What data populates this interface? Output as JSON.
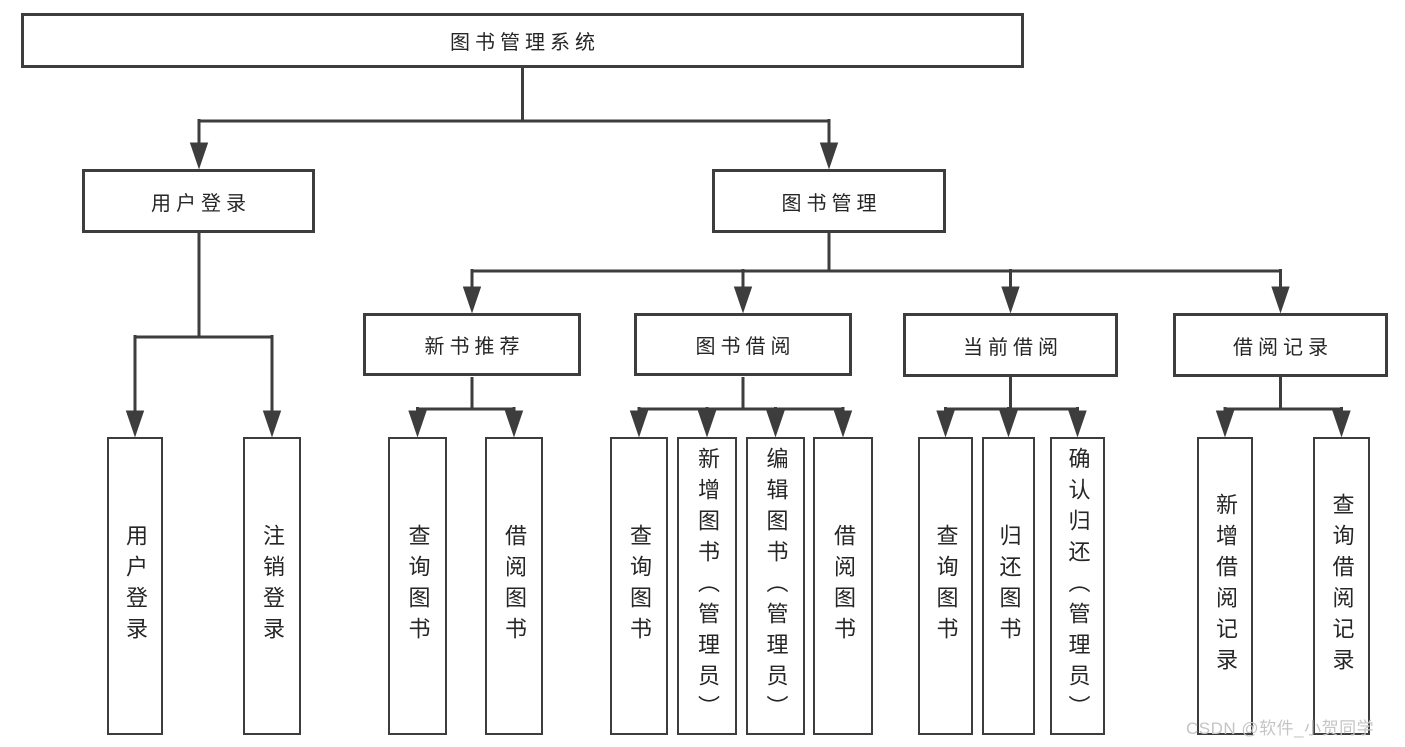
{
  "nodes": {
    "root": "图书管理系统",
    "user_login": "用户登录",
    "book_mgmt": "图书管理",
    "new_books": "新书推荐",
    "book_borrow": "图书借阅",
    "current_borrow": "当前借阅",
    "borrow_records": "借阅记录",
    "leaf_user_login": "用户登录",
    "leaf_logout": "注销登录",
    "leaf_nb_query": "查询图书",
    "leaf_nb_borrow": "借阅图书",
    "leaf_bb_query": "查询图书",
    "leaf_bb_add": "新增图书（管理员）",
    "leaf_bb_edit": "编辑图书（管理员）",
    "leaf_bb_borrow": "借阅图书",
    "leaf_cb_query": "查询图书",
    "leaf_cb_return": "归还图书",
    "leaf_cb_confirm": "确认归还（管理员）",
    "leaf_br_add": "新增借阅记录",
    "leaf_br_query": "查询借阅记录"
  },
  "watermark": "CSDN @软件_小贺同学",
  "colors": {
    "line": "#3d3d3d",
    "text": "#262626",
    "watermark": "#c5c5c5",
    "background": "#ffffff"
  }
}
